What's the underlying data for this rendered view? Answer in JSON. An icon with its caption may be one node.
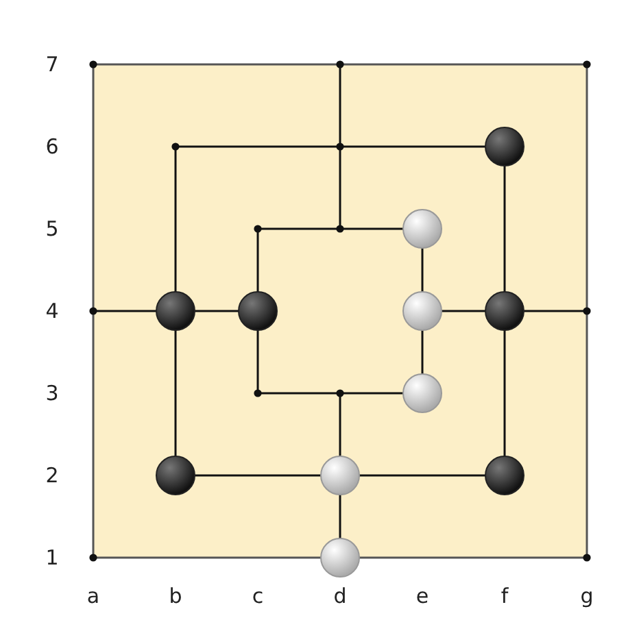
{
  "diagram": {
    "labels": [
      "7",
      "6",
      "5",
      "4",
      "3",
      "2",
      "1",
      "a",
      "b",
      "c",
      "d",
      "e",
      "f",
      "g"
    ]
  }
}
